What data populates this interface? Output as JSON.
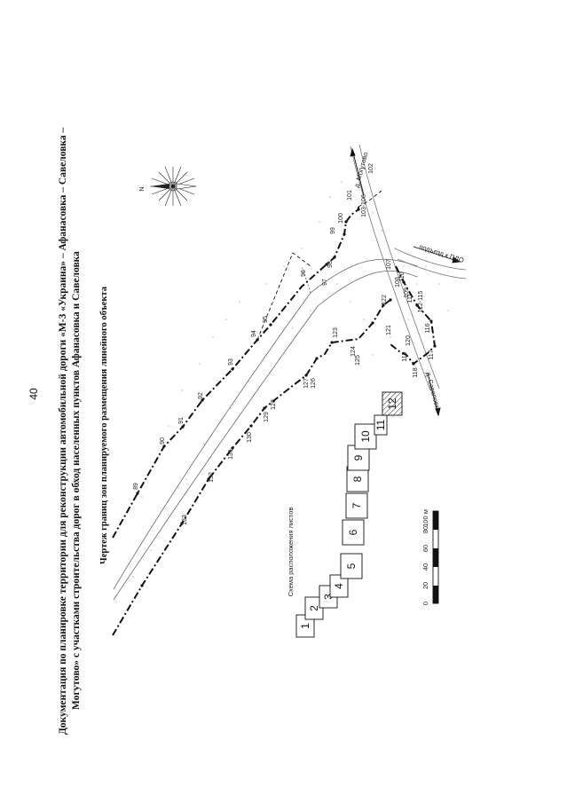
{
  "page_number": "40",
  "title": {
    "line1": "Документация по планировке территории для реконструкции автомобильной дороги «М-3 «Украина» – Афанасовка – Савеловка –",
    "line2": "Могутово» с участками строительства дорог в обход населенных пунктов Афанасовка и Савеловка"
  },
  "drawing_title": "Чертеж границ зон планируемого размещения линейного объекта",
  "compass_label": "N",
  "place_labels": {
    "mogutovo": "д. Могутово",
    "savelovka": "д. Савеловка",
    "podjezd": "подъезд к ПДО"
  },
  "boundary_points": [
    "89",
    "90",
    "91",
    "92",
    "93",
    "94",
    "95",
    "96",
    "97",
    "98",
    "99",
    "100",
    "101",
    "102",
    "103-106",
    "107",
    "108",
    "109",
    "110",
    "111",
    "112-115",
    "116",
    "117",
    "118",
    "119",
    "120",
    "121",
    "122",
    "123",
    "124",
    "125",
    "126",
    "127",
    "128",
    "129",
    "130",
    "131",
    "132",
    "133"
  ],
  "sheet_layout": {
    "caption": "Схема расположения листов",
    "sheets": [
      "1",
      "2",
      "3",
      "4",
      "5",
      "6",
      "7",
      "8",
      "9",
      "10",
      "11",
      "12"
    ],
    "current_sheet": "12"
  },
  "scale_bar": {
    "ticks": [
      "0",
      "20",
      "40",
      "60",
      "80",
      "100 м"
    ]
  }
}
